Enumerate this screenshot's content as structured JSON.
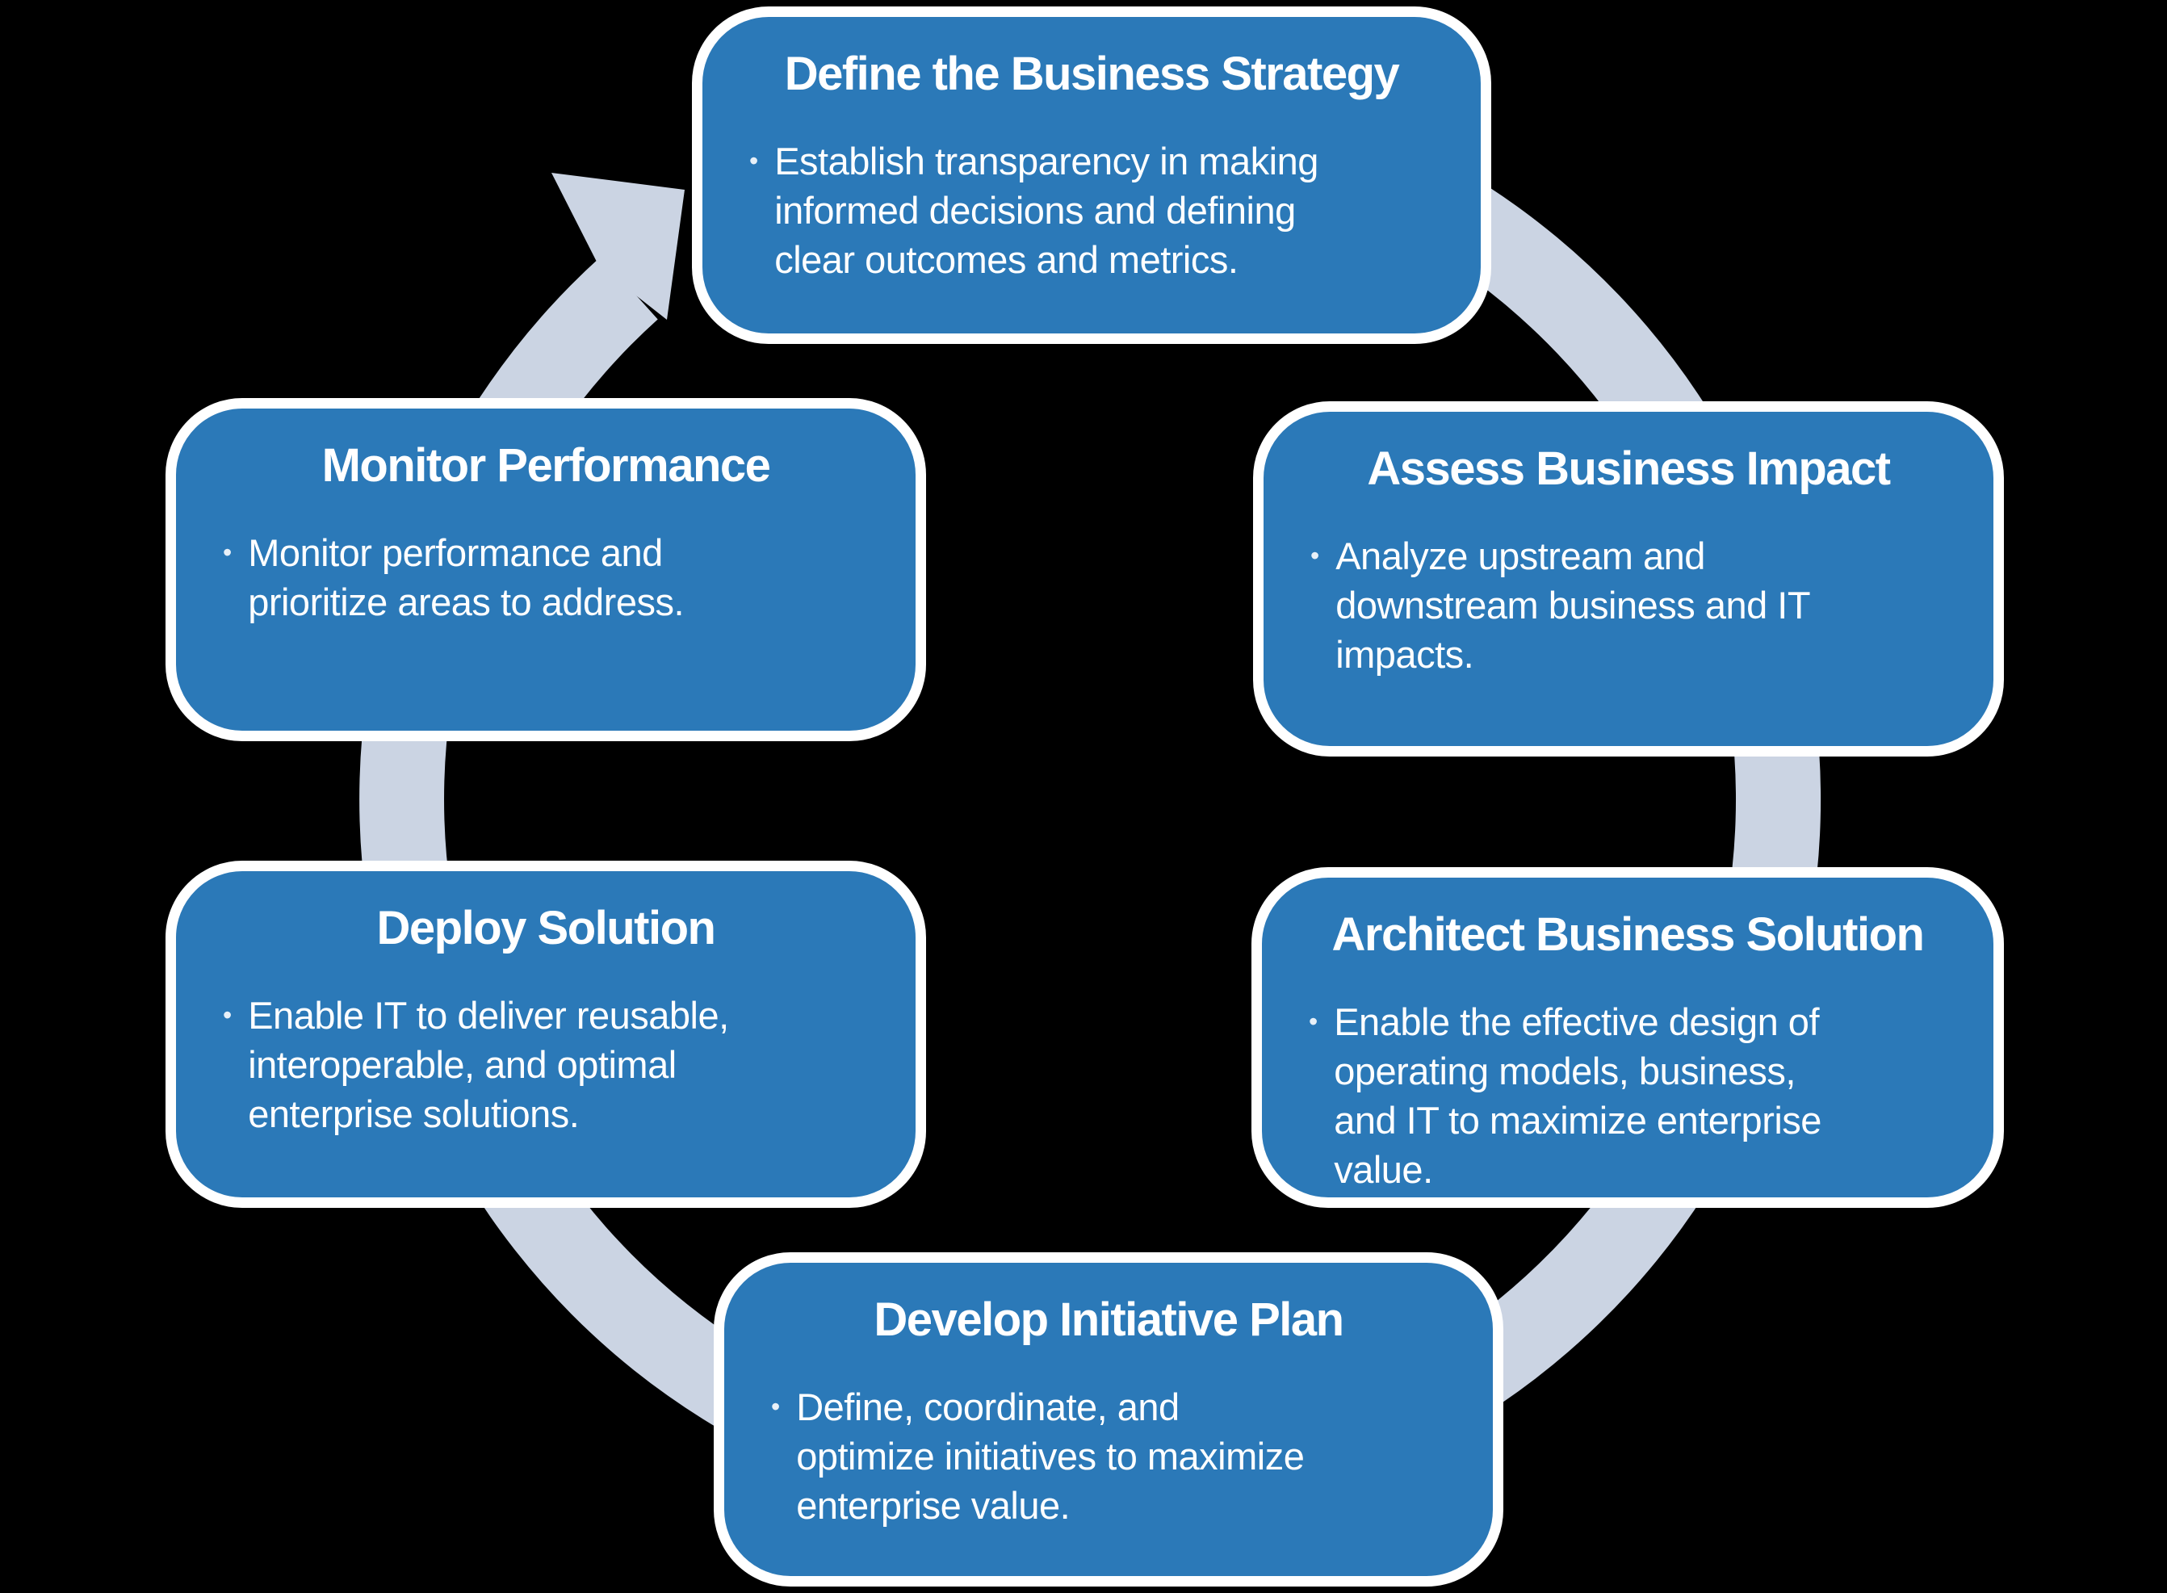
{
  "diagram": {
    "background_color": "#000000",
    "ring_color": "#CBD4E3",
    "box_fill_color": "#2B79B8",
    "box_border_color": "#FFFFFF",
    "text_color": "#FFFFFF",
    "bullet_char": "•",
    "nodes": [
      {
        "id": "define",
        "title": "Define the Business Strategy",
        "bullet_text": "Establish transparency in making informed decisions and defining clear outcomes and metrics.",
        "lines": [
          "Establish transparency in making",
          "informed decisions and defining",
          "clear outcomes and metrics."
        ]
      },
      {
        "id": "assess",
        "title": "Assess Business Impact",
        "bullet_text": "Analyze upstream and downstream business and IT impacts.",
        "lines": [
          "Analyze upstream and",
          "downstream business and IT",
          "impacts."
        ]
      },
      {
        "id": "architect",
        "title": "Architect Business Solution",
        "bullet_text": "Enable the effective design of operating models, business, and IT to maximize enterprise value.",
        "lines": [
          "Enable the effective design of",
          "operating models, business,",
          "and IT to maximize enterprise",
          "value."
        ]
      },
      {
        "id": "develop",
        "title": "Develop Initiative Plan",
        "bullet_text": "Define, coordinate, and optimize initiatives to maximize enterprise value.",
        "lines": [
          "Define, coordinate, and",
          "optimize initiatives to maximize",
          "enterprise value."
        ]
      },
      {
        "id": "deploy",
        "title": "Deploy Solution",
        "bullet_text": "Enable IT to deliver reusable, interoperable, and optimal enterprise solutions.",
        "lines": [
          "Enable IT to deliver reusable,",
          "interoperable, and optimal",
          "enterprise solutions."
        ]
      },
      {
        "id": "monitor",
        "title": "Monitor Performance",
        "bullet_text": "Monitor performance and prioritize areas to address.",
        "lines": [
          "Monitor performance and",
          "prioritize areas to address."
        ]
      }
    ]
  }
}
